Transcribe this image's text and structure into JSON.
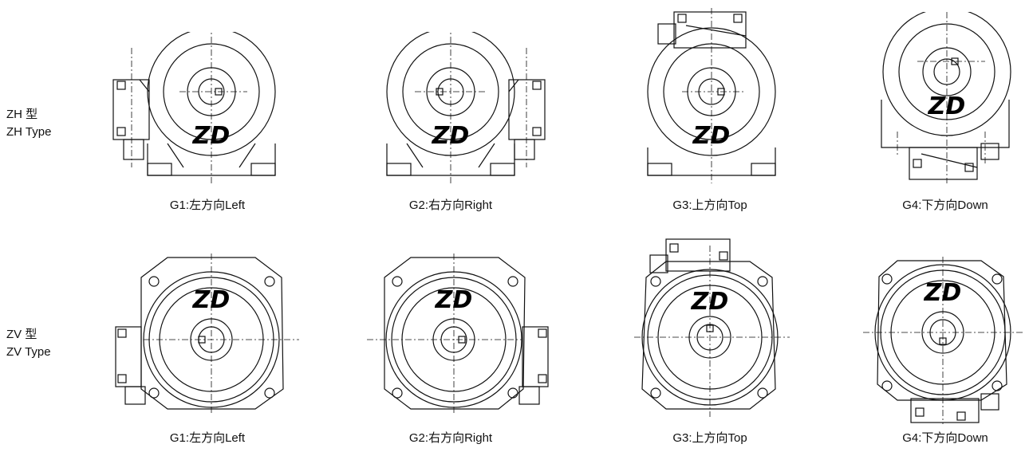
{
  "rows": [
    {
      "label_cn": "ZH 型",
      "label_en": "ZH Type",
      "captions": [
        "G1:左方向Left",
        "G2:右方向Right",
        "G3:上方向Top",
        "G4:下方向Down"
      ]
    },
    {
      "label_cn": "ZV 型",
      "label_en": "ZV Type",
      "captions": [
        "G1:左方向Left",
        "G2:右方向Right",
        "G3:上方向Top",
        "G4:下方向Down"
      ]
    }
  ],
  "logo_text": "ZD"
}
